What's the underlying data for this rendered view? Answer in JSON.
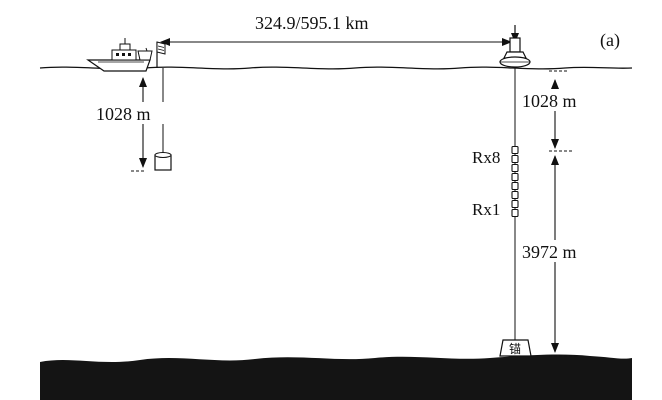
{
  "panel_label": "(a)",
  "distance_label": "324.9/595.1 km",
  "source_depth_label": "1028 m",
  "array_top_depth_label": "1028 m",
  "array_span_label": "3972 m",
  "receiver_top_label": "Rx8",
  "receiver_bottom_label": "Rx1",
  "anchor_label": "锚",
  "receiver_count": 8
}
